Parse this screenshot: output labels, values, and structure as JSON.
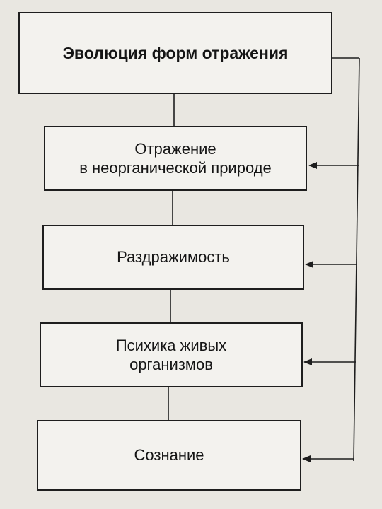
{
  "diagram": {
    "title": "Эволюция форм отражения",
    "nodes": [
      {
        "id": "n1",
        "label": "Отражение\nв неорганической природе"
      },
      {
        "id": "n2",
        "label": "Раздражимость"
      },
      {
        "id": "n3",
        "label": "Психика живых\nорганизмов"
      },
      {
        "id": "n4",
        "label": "Сознание"
      }
    ],
    "colors": {
      "line": "#1e1e1e",
      "background": "#e9e7e1",
      "box": "#f3f2ee"
    }
  }
}
